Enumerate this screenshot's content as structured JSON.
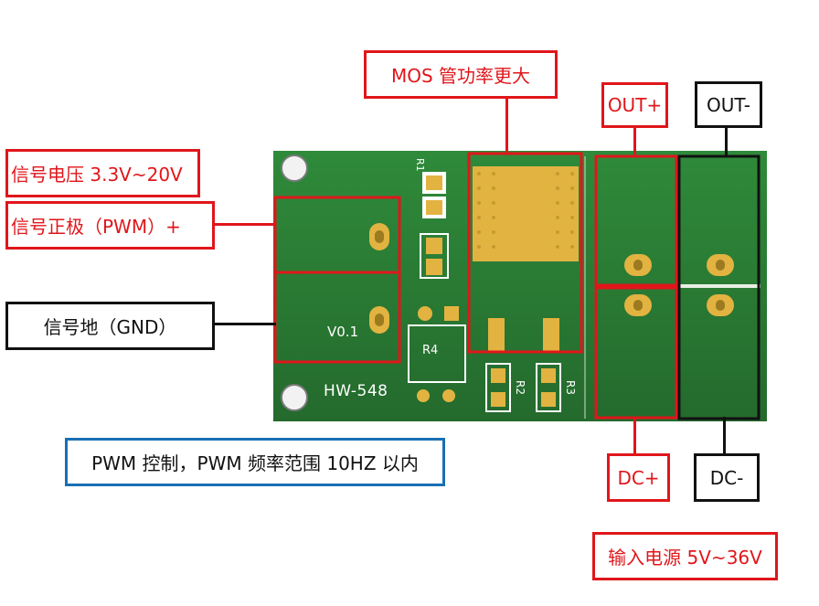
{
  "labels": {
    "mos": "MOS 管功率更大",
    "out_plus": "OUT+",
    "out_minus": "OUT-",
    "signal_voltage": "信号电压 3.3V~20V",
    "signal_positive": "信号正极（PWM）+",
    "signal_ground": "信号地（GND）",
    "pwm_control": "PWM 控制，PWM 频率范围 10HZ 以内",
    "dc_plus": "DC+",
    "dc_minus": "DC-",
    "input_power": "输入电源 5V~36V"
  },
  "board": {
    "version": "V0.1",
    "model": "HW-548",
    "silk": {
      "r1": "R1",
      "r2": "R2",
      "r3": "R3",
      "r4": "R4"
    }
  },
  "colors": {
    "pcb": "#2a7a33",
    "pad_gold": "#e2b341",
    "label_red": "#e0161b",
    "label_black": "#111111",
    "label_blue": "#1a6fb5"
  }
}
